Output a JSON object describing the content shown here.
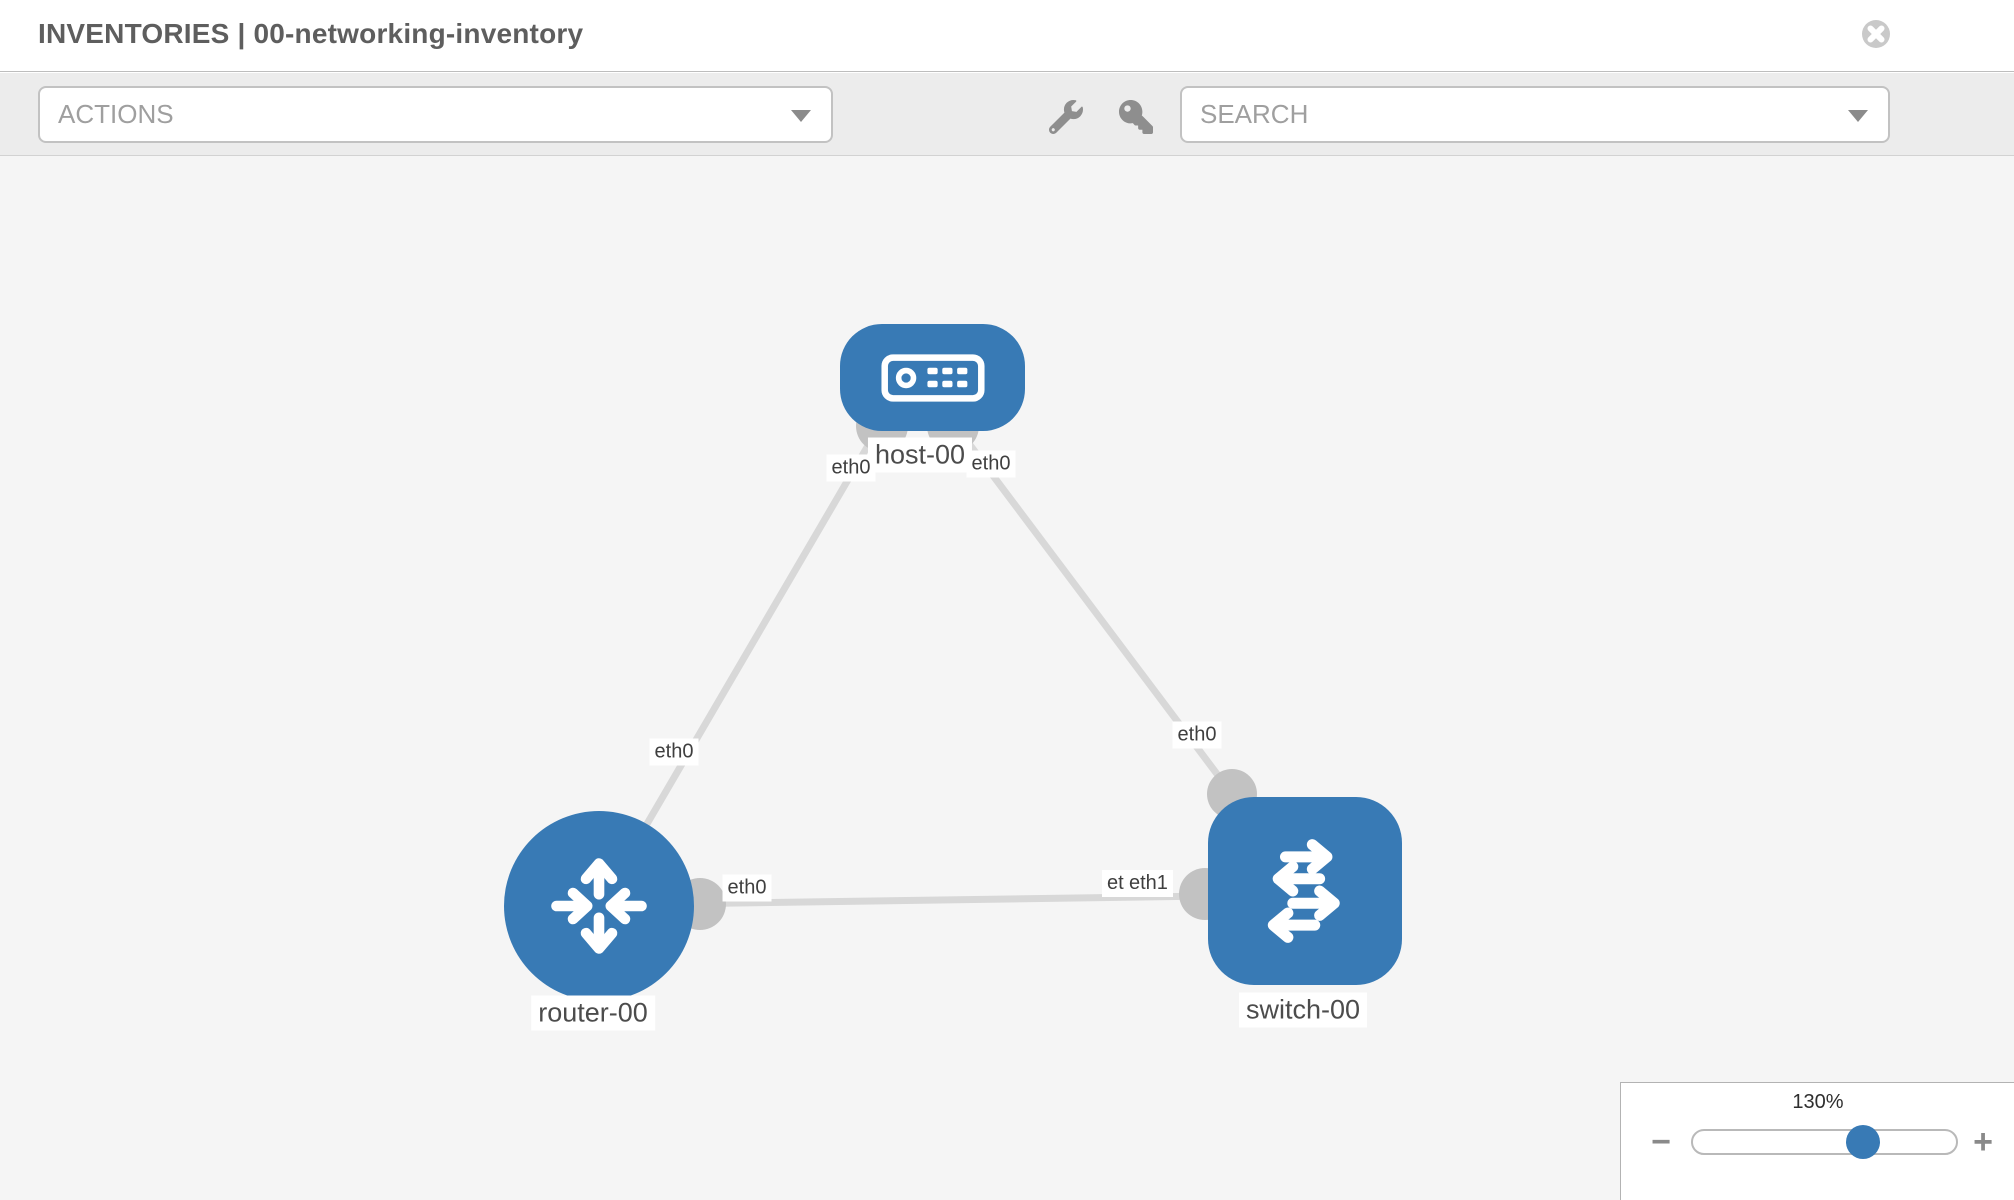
{
  "header": {
    "title": "INVENTORIES | 00-networking-inventory"
  },
  "toolbar": {
    "actions_label": "ACTIONS",
    "search_placeholder": "SEARCH",
    "icons": [
      "wrench-icon",
      "key-icon"
    ]
  },
  "colors": {
    "node_blue": "#387ab5",
    "link_gray": "#d8d8d8",
    "port_dot_gray": "#c2c2c2",
    "canvas_bg": "#f5f5f5",
    "toolbar_bg": "#ececec",
    "icon_gray": "#8e8e8e"
  },
  "topology": {
    "nodes": [
      {
        "label": "host-00",
        "type": "host"
      },
      {
        "label": "router-00",
        "type": "router"
      },
      {
        "label": "switch-00",
        "type": "switch"
      }
    ],
    "links": [
      {
        "from": "router-00",
        "to": "host-00"
      },
      {
        "from": "switch-00",
        "to": "host-00"
      },
      {
        "from": "router-00",
        "to": "switch-00"
      }
    ],
    "port_labels": [
      {
        "text": "eth0"
      },
      {
        "text": "eth0"
      },
      {
        "text": "eth0"
      },
      {
        "text": "eth0"
      },
      {
        "text": "eth0"
      },
      {
        "text": "eth0"
      },
      {
        "text": "eth1"
      }
    ]
  },
  "zoom_control": {
    "level": "130%",
    "minus": "−",
    "plus": "+"
  }
}
